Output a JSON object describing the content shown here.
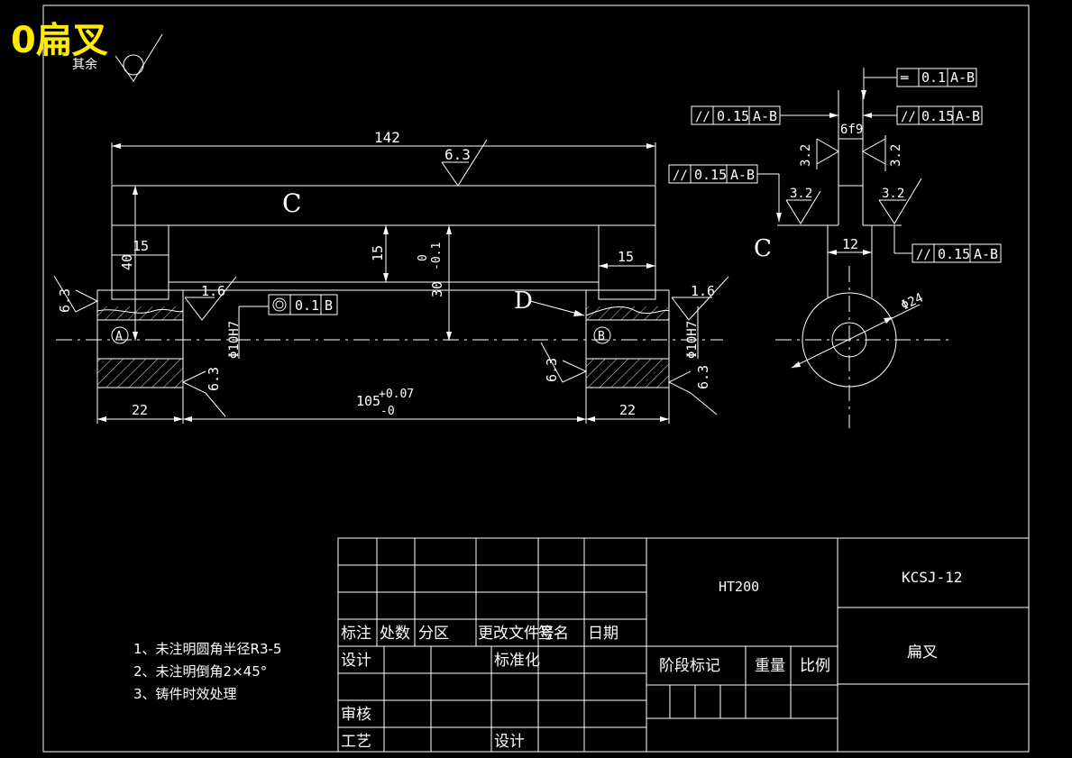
{
  "header": {
    "title": "0扁叉",
    "surface_default_label": "其余"
  },
  "dimensions": {
    "overall_length": "142",
    "top_roughness": "6.3",
    "datum_C": "C",
    "datum_D": "D",
    "boss_width_left": "15",
    "boss_width_right": "15",
    "boss_height": "40",
    "mid_height": "15",
    "center_tol_upper": "0",
    "center_tol_lower": "-0.1",
    "center_nominal": "30",
    "roughness_1_6": "1.6",
    "roughness_6_3": "6.3",
    "roughness_3_2": "3.2",
    "bore_left": "Φ10H7",
    "bore_right": "Φ10H7",
    "datum_A": "A",
    "datum_B": "B",
    "span_nominal": "105",
    "span_tol_upper": "+0.07",
    "span_tol_lower": "-0",
    "end_width_left": "22",
    "end_width_right": "22",
    "gtol_concentric": {
      "symbol": "◎",
      "value": "0.1",
      "datum": "B"
    },
    "gtol_sym": {
      "symbol": "═",
      "value": "0.1",
      "datum": "A-B"
    },
    "gtol_par": {
      "symbol": "//",
      "value": "0.15",
      "datum": "A-B"
    },
    "slot_fit": "6f9",
    "slot_width": "12",
    "outer_dia": "Φ24"
  },
  "notes": [
    "1、未注明圆角半径R3-5",
    "2、未注明倒角2×45°",
    "3、铸件时效处理"
  ],
  "title_block": {
    "row_labels": [
      "标注",
      "处数",
      "分区",
      "更改文件号",
      "签名",
      "日期"
    ],
    "design": "设计",
    "standardize": "标准化",
    "review": "审核",
    "process": "工艺",
    "design2": "设计",
    "material": "HT200",
    "stage_mark": "阶段标记",
    "weight": "重量",
    "scale": "比例",
    "drawing_no": "KCSJ-12",
    "part_name": "扁叉"
  },
  "colors": {
    "background": "#000000",
    "lines": "#ffffff",
    "title": "#ffeb00"
  }
}
